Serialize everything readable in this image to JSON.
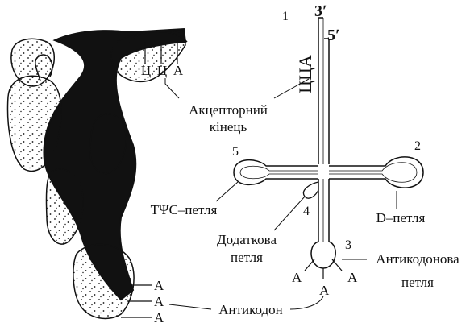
{
  "tertiary": {
    "top_bases": [
      "Ц",
      "Ц",
      "А"
    ],
    "anticodon_bases": [
      "А",
      "А",
      "А"
    ]
  },
  "cloverleaf": {
    "end_3": "3ʹ",
    "end_5": "5ʹ",
    "acceptor_sequence": "ЦЦА",
    "region_numbers": [
      "1",
      "2",
      "3",
      "4",
      "5"
    ],
    "anticodon_bases": [
      "А",
      "А",
      "А"
    ]
  },
  "labels": {
    "acceptor_line1": "Акцепторний",
    "acceptor_line2": "кінець",
    "tpsic_loop": "TΨC–петля",
    "d_loop": "D–петля",
    "extra_line1": "Додаткова",
    "extra_line2": "петля",
    "anticodon_loop_line1": "Антикодонова",
    "anticodon_loop_line2": "петля",
    "anticodon": "Антикодон"
  },
  "colors": {
    "ink": "#111111",
    "paper": "#ffffff"
  }
}
